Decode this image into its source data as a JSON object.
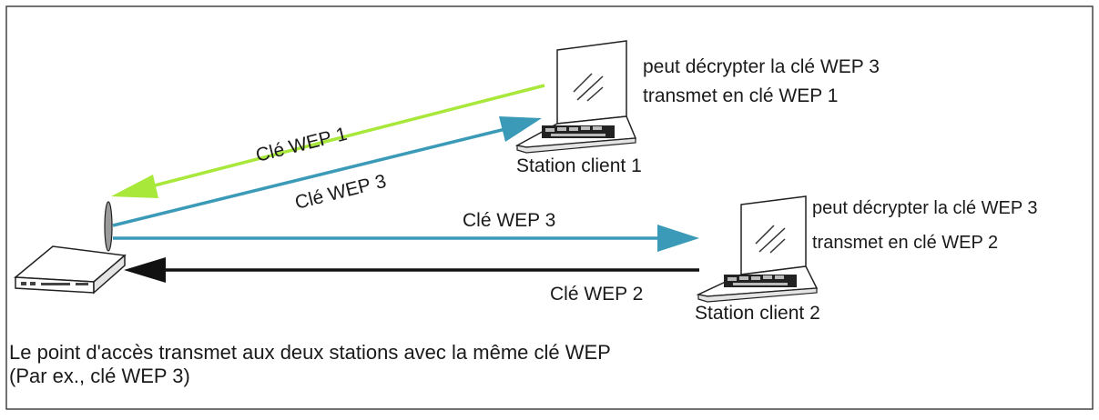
{
  "access_point": {
    "icon": "wireless-router-icon"
  },
  "stations": [
    {
      "name": "Station client 1",
      "icon": "laptop-icon",
      "note_decrypt": "peut décrypter la clé WEP 3",
      "note_transmit": "transmet en clé WEP 1"
    },
    {
      "name": "Station client 2",
      "icon": "laptop-icon",
      "note_decrypt": "peut décrypter la clé WEP 3",
      "note_transmit": "transmet en clé WEP 2"
    }
  ],
  "links": [
    {
      "label": "Clé WEP 1",
      "from": "Station client 1",
      "to": "access-point",
      "color": "#a8e83a"
    },
    {
      "label": "Clé WEP 3",
      "from": "access-point",
      "to": "Station client 1",
      "color": "#3a9ab8"
    },
    {
      "label": "Clé WEP 3",
      "from": "access-point",
      "to": "Station client 2",
      "color": "#3a9ab8"
    },
    {
      "label": "Clé WEP 2",
      "from": "Station client 2",
      "to": "access-point",
      "color": "#111111"
    }
  ],
  "caption": {
    "line1": "Le point d'accès transmet aux deux stations avec la même clé WEP",
    "line2": "(Par ex., clé WEP 3)"
  }
}
